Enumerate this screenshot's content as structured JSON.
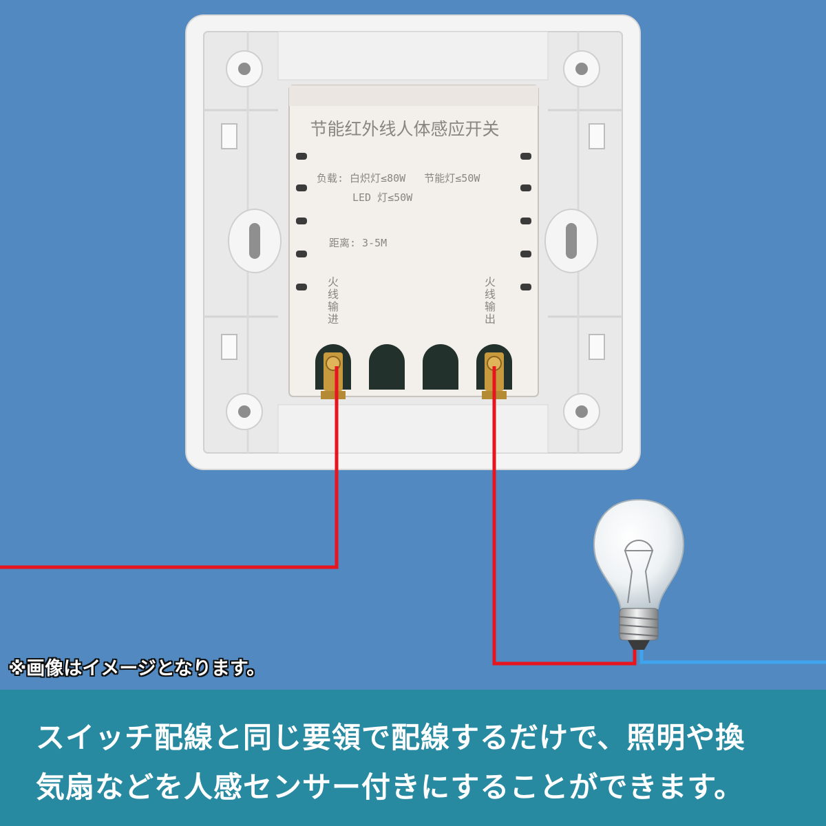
{
  "module": {
    "title": "节能红外线人体感应开关",
    "load_line1": "负载: 白炽灯≤80W   节能灯≤50W",
    "load_line2": "LED 灯≤50W",
    "distance": "距离: 3-5M",
    "terminal_in": [
      "火",
      "线",
      "输",
      "进"
    ],
    "terminal_out": [
      "火",
      "线",
      "输",
      "出"
    ]
  },
  "notice": "※画像はイメージとなります。",
  "caption": {
    "line1": "スイッチ配線と同じ要領で配線するだけで、照明や換",
    "line2": "気扇などを人感センサー付きにすることができます。"
  },
  "colors": {
    "background": "#5189c0",
    "wire_live": "#e8141e",
    "wire_neutral": "#3fa4ee",
    "caption_band": "#288aa0"
  }
}
